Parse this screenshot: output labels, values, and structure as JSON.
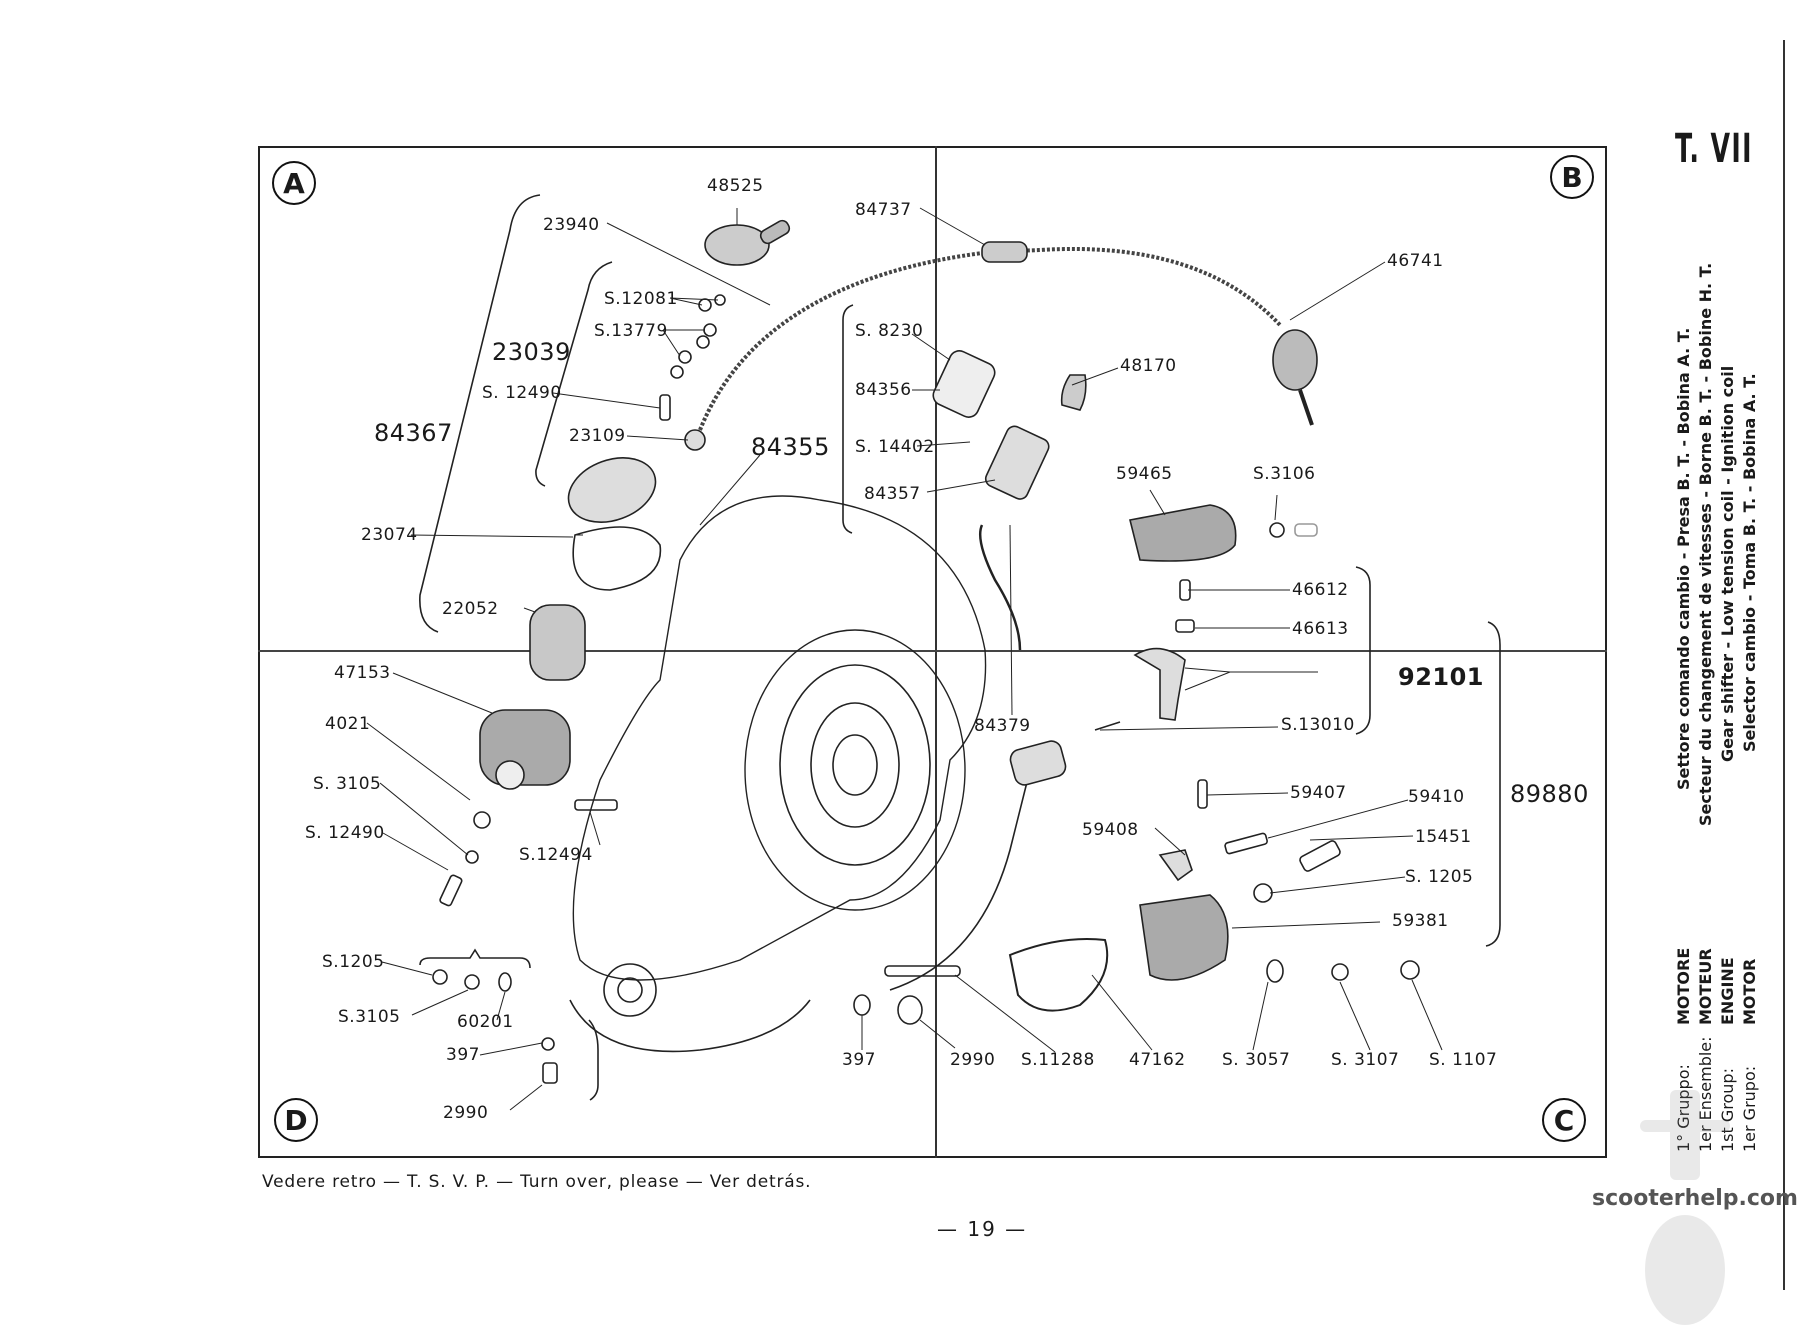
{
  "page": {
    "plate_title": "T. VII",
    "page_number": "— 19 —",
    "footer_note": "Vedere retro — T. S. V. P. — Turn over, please — Ver detrás.",
    "watermark": "scooterhelp.com"
  },
  "sidebar": {
    "description_lines": [
      "Settore comando cambio - Presa B. T. - Bobina A. T.",
      "Secteur du changement de vitesses - Borne B. T. - Bobine H. T.",
      "Gear shifter - Low tension coil - Ignition coil",
      "Selector cambio - Toma B. T. - Bobina A. T."
    ],
    "group_labels": [
      "1° Gruppo:",
      "1er Ensemble:",
      "1st Group:",
      "1er Grupo:"
    ],
    "group_values": [
      "MOTORE",
      "MOTEUR",
      "ENGINE",
      "MOTOR"
    ]
  },
  "quadrants": {
    "a": "A",
    "b": "B",
    "c": "C",
    "d": "D"
  },
  "parts": {
    "p48525": "48525",
    "p84737": "84737",
    "p23940": "23940",
    "p46741": "46741",
    "pS12081": "S.12081",
    "pS13779": "S.13779",
    "p23039": "23039",
    "pS8230": "S. 8230",
    "p84356": "84356",
    "p48170": "48170",
    "pS12490a": "S. 12490",
    "p84367": "84367",
    "p23109": "23109",
    "p84355": "84355",
    "pS14402": "S. 14402",
    "p84357": "84357",
    "p59465": "59465",
    "pS3106": "S.3106",
    "p23074": "23074",
    "p46612": "46612",
    "p22052": "22052",
    "p46613": "46613",
    "p47153": "47153",
    "p92101": "92101",
    "p4021": "4021",
    "p84379": "84379",
    "pS13010": "S.13010",
    "pS3105a": "S. 3105",
    "p59407": "59407",
    "p59410": "59410",
    "p89880": "89880",
    "pS12490b": "S. 12490",
    "pS12494": "S.12494",
    "p59408": "59408",
    "p15451": "15451",
    "pS1205b": "S. 1205",
    "p59381": "59381",
    "pS1205a": "S.1205",
    "pS3105b": "S.3105",
    "p60201": "60201",
    "p397a": "397",
    "p397b": "397",
    "p2990b": "2990",
    "pS11288": "S.11288",
    "p47162": "47162",
    "pS3057": "S. 3057",
    "pS3107": "S. 3107",
    "pS1107": "S. 1107",
    "p2990a": "2990"
  }
}
